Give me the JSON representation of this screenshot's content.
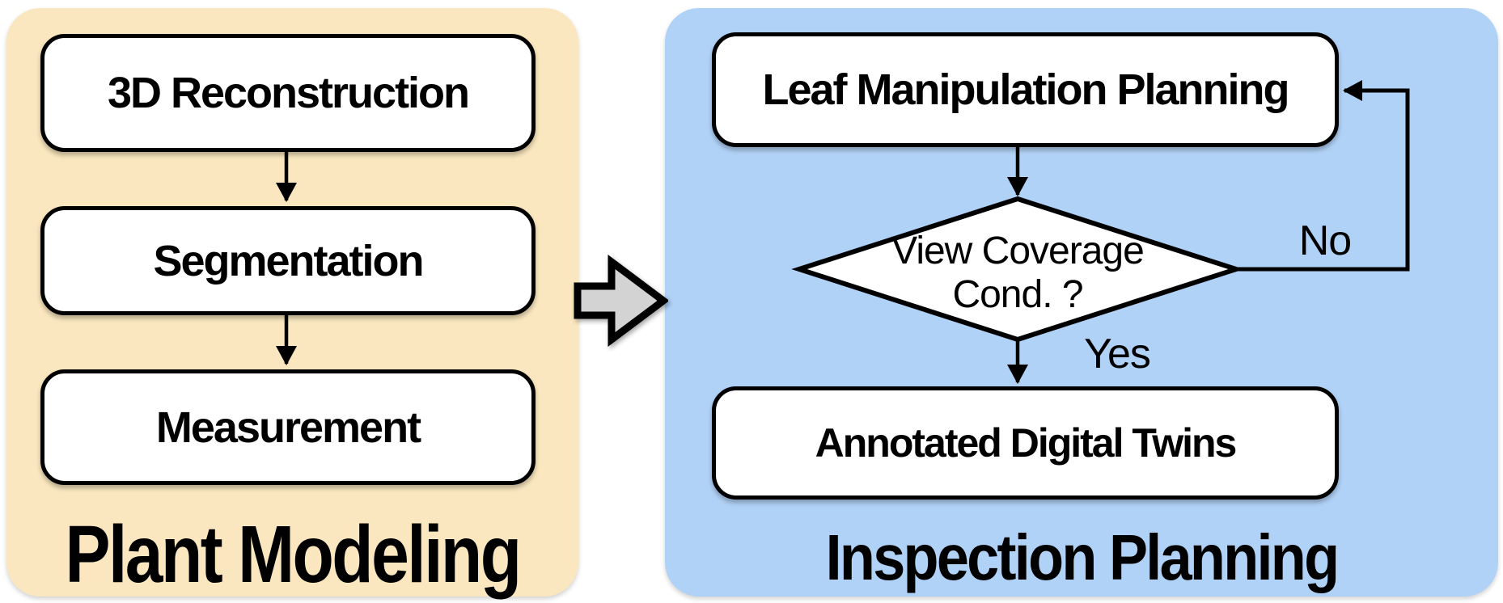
{
  "colors": {
    "left_panel_bg": "#FAE7BF",
    "right_panel_bg": "#B1D2F7",
    "node_bg": "#FFFFFF",
    "line_color": "#000000",
    "arrow_fill": "#D3D3D3"
  },
  "left_panel": {
    "title": "Plant Modeling",
    "nodes": [
      "3D Reconstruction",
      "Segmentation",
      "Measurement"
    ]
  },
  "right_panel": {
    "title": "Inspection Planning",
    "process_node": "Leaf Manipulation Planning",
    "decision_node": {
      "line1": "View Coverage",
      "line2": "Cond. ?"
    },
    "output_node": "Annotated Digital Twins",
    "edge_labels": {
      "no": "No",
      "yes": "Yes"
    }
  }
}
